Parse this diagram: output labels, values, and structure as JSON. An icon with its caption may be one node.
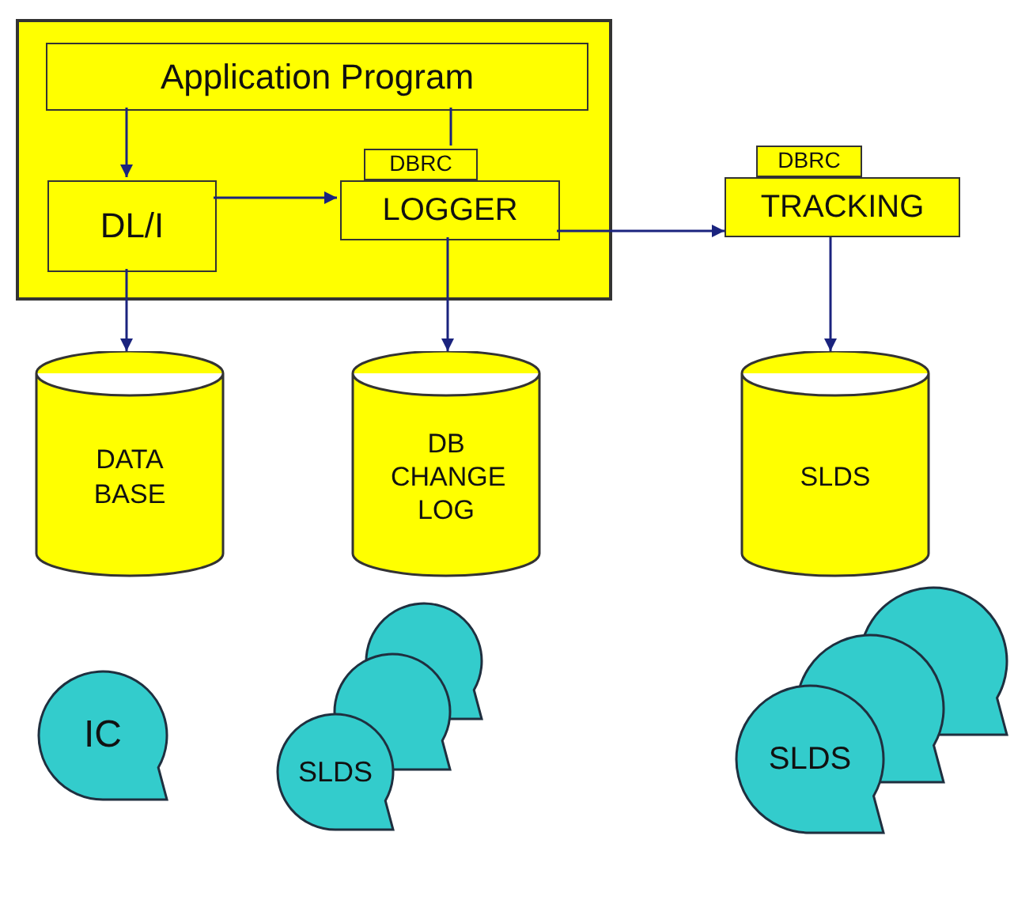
{
  "diagram": {
    "nodes": [
      {
        "text": [],
        "shape": "box"
      },
      {
        "text": [
          "Application Program"
        ],
        "in": 0
      },
      {
        "text": [
          "DBRC"
        ],
        "in": 0
      },
      {
        "text": [
          "DL/I"
        ],
        "in": 0
      },
      {
        "text": [
          "LOGGER"
        ],
        "in": 0
      },
      {
        "text": [
          "DBRC"
        ]
      },
      {
        "text": [
          "TRACKING"
        ]
      },
      {
        "text": [
          "DATA BASE"
        ]
      },
      {
        "text": [
          "DB CHANGE LOG"
        ]
      },
      {
        "text": [
          "SLDS"
        ]
      },
      {
        "text": [
          "IC"
        ]
      },
      {
        "text": [],
        "shape": "circle"
      },
      {
        "text": [],
        "shape": "circle"
      },
      {
        "text": [
          "SLDS"
        ]
      },
      {
        "text": [],
        "shape": "circle"
      },
      {
        "text": [],
        "shape": "circle"
      },
      {
        "text": [
          "SLDS"
        ]
      }
    ],
    "edges": [
      {
        "from": 1,
        "to": 3,
        "arrow": "to"
      },
      {
        "from": 1,
        "to": 2,
        "arrow": "none"
      },
      {
        "from": 3,
        "to": 4,
        "arrow": "to"
      },
      {
        "from": 4,
        "to": 6,
        "arrow": "to"
      },
      {
        "from": 3,
        "to": 7,
        "arrow": "to"
      },
      {
        "from": 4,
        "to": 8,
        "arrow": "to"
      },
      {
        "from": 6,
        "to": 9,
        "arrow": "to"
      }
    ]
  }
}
